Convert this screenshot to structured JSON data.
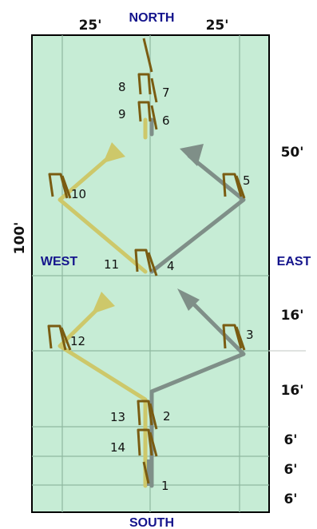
{
  "labels": {
    "north": "NORTH",
    "south": "SOUTH",
    "west": "WEST",
    "east": "EAST",
    "width_left": "25'",
    "width_right": "25'",
    "total_length": "100'",
    "seg_50": "50'",
    "seg_16a": "16'",
    "seg_16b": "16'",
    "seg_6a": "6'",
    "seg_6b": "6'",
    "seg_6c": "6'"
  },
  "steps": [
    {
      "n": "1"
    },
    {
      "n": "2"
    },
    {
      "n": "3"
    },
    {
      "n": "4"
    },
    {
      "n": "5"
    },
    {
      "n": "6"
    },
    {
      "n": "7"
    },
    {
      "n": "8"
    },
    {
      "n": "9"
    },
    {
      "n": "10"
    },
    {
      "n": "11"
    },
    {
      "n": "12"
    },
    {
      "n": "13"
    },
    {
      "n": "14"
    }
  ],
  "colors": {
    "field": "#c6ecd5",
    "gridline": "#8fb8a0",
    "border": "#000000",
    "direction_text": "#14148c",
    "path_gray": "#7f8f88",
    "path_yellow": "#cdc86a",
    "footprint": "#7a5c12"
  }
}
